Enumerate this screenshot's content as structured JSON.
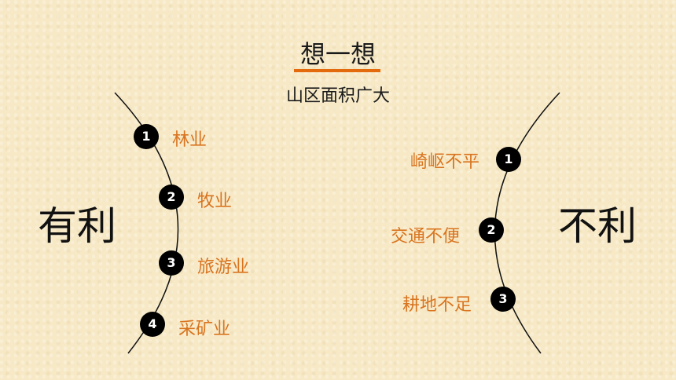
{
  "title": "想一想",
  "subtitle": "山区面积广大",
  "left": {
    "label": "有利",
    "items": [
      {
        "num": "1",
        "text": "林业"
      },
      {
        "num": "2",
        "text": "牧业"
      },
      {
        "num": "3",
        "text": "旅游业"
      },
      {
        "num": "4",
        "text": "采矿业"
      }
    ]
  },
  "right": {
    "label": "不利",
    "items": [
      {
        "num": "1",
        "text": "崎岖不平"
      },
      {
        "num": "2",
        "text": "交通不便"
      },
      {
        "num": "3",
        "text": "耕地不足"
      }
    ]
  },
  "colors": {
    "background": "#f7e9c6",
    "accent": "#e36a0d",
    "item_text": "#d9741f"
  }
}
